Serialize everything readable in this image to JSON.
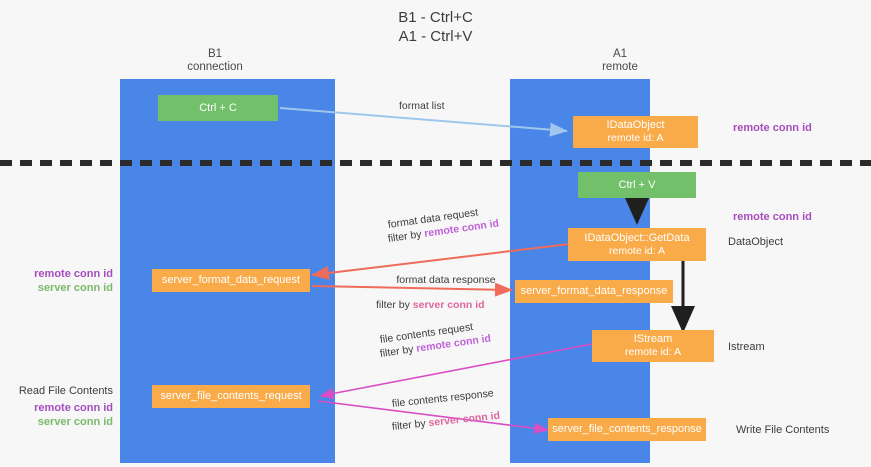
{
  "title": {
    "line1": "B1 - Ctrl+C",
    "line2": "A1 - Ctrl+V"
  },
  "columns": [
    {
      "name": "B1",
      "role": "connection"
    },
    {
      "name": "A1",
      "role": "remote"
    }
  ],
  "boxes": {
    "ctrl_c": {
      "label": "Ctrl + C"
    },
    "ctrl_v": {
      "label": "Ctrl + V"
    },
    "idataobject": {
      "line1": "IDataObject",
      "line2": "remote id: A"
    },
    "idataobject_getdata": {
      "line1": "IDataObject::GetData",
      "line2": "remote id: A"
    },
    "istream": {
      "line1": "IStream",
      "line2": "remote id: A"
    },
    "server_format_data_request": {
      "label": "server_format_data_request"
    },
    "server_format_data_response": {
      "label": "server_format_data_response"
    },
    "server_file_contents_request": {
      "label": "server_file_contents_request"
    },
    "server_file_contents_response": {
      "label": "server_file_contents_response"
    }
  },
  "arrows": {
    "format_list": {
      "text": "format list"
    },
    "format_data_request": {
      "text": "format data request",
      "filter_prefix": "filter by ",
      "filter_key": "remote conn id"
    },
    "format_data_response": {
      "text": "format data response",
      "filter_prefix": "filter by ",
      "filter_key": "server conn id"
    },
    "file_contents_request": {
      "text": "file contents request",
      "filter_prefix": "filter by ",
      "filter_key": "remote conn id"
    },
    "file_contents_response": {
      "text": "file contents response",
      "filter_prefix": "filter by ",
      "filter_key": "server conn id"
    }
  },
  "side_labels": {
    "right_top_conn": "remote conn id",
    "right_mid_conn": "remote conn id",
    "right_dataobject": "DataObject",
    "right_istream": "Istream",
    "right_write_file": "Write File Contents",
    "left_remote_conn": "remote conn id",
    "left_server_conn": "server conn id",
    "left_read_file": "Read File Contents",
    "left_remote_conn2": "remote conn id",
    "left_server_conn2": "server conn id"
  },
  "colors": {
    "lane": "#4a86e8",
    "green_box": "#72c06a",
    "orange_box": "#f9ab4a",
    "purple": "#a64dbd",
    "green_text": "#79bb6b",
    "magenta": "#e0669f",
    "red_arrow": "#ef6c5a",
    "blue_arrow": "#9fc7ee",
    "divider": "#2b2b2b"
  }
}
